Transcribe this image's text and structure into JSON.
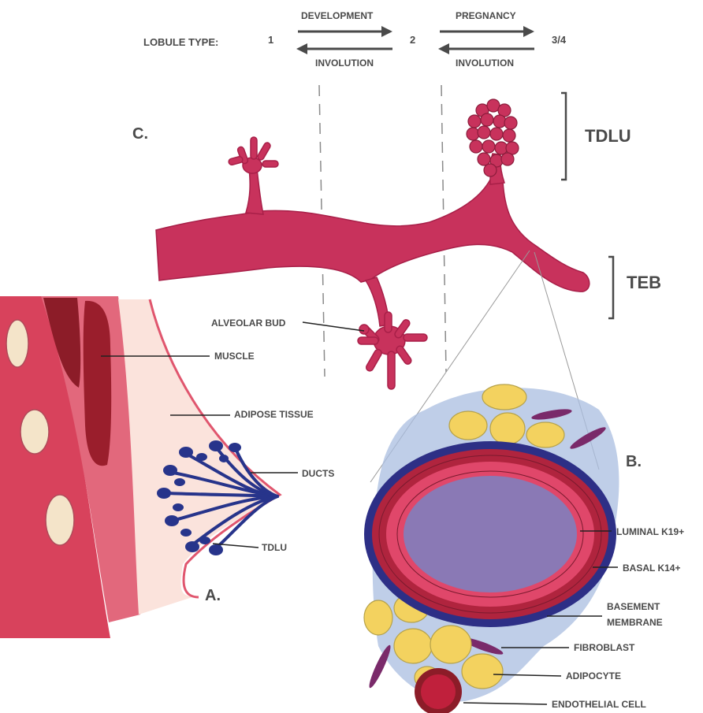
{
  "lobule_row": {
    "title": "LOBULE TYPE:",
    "types": [
      "1",
      "2",
      "3/4"
    ],
    "forward_labels": [
      "DEVELOPMENT",
      "PREGNANCY"
    ],
    "backward_labels": [
      "INVOLUTION",
      "INVOLUTION"
    ]
  },
  "panels": {
    "a": "A.",
    "b": "B.",
    "c": "C."
  },
  "panel_c": {
    "tdlu": "TDLU",
    "teb": "TEB",
    "alveolar_bud": "ALVEOLAR BUD"
  },
  "panel_a": {
    "muscle": "MUSCLE",
    "adipose": "ADIPOSE TISSUE",
    "ducts": "DUCTS",
    "tdlu": "TDLU"
  },
  "panel_b": {
    "luminal": "LUMINAL K19+",
    "basal": "BASAL K14+",
    "basement_line1": "BASEMENT",
    "basement_line2": "MEMBRANE",
    "fibroblast": "FIBROBLAST",
    "adipocyte": "ADIPOCYTE",
    "endothelial": "ENDOTHELIAL CELL"
  },
  "colors": {
    "duct_pink": "#c8325c",
    "muscle_dark": "#8c1c28",
    "skin_pink": "#e0566e",
    "breast_bg": "#fbe3dc",
    "duct_blue": "#27348b",
    "lumen_purple": "#8a79b5",
    "ring_blue": "#2d2f86",
    "luminal_cell": "#e0476a",
    "stroma_blue": "#a9bde0",
    "adipocyte_yellow": "#f3d25f",
    "text_gray": "#4a4a4a"
  }
}
